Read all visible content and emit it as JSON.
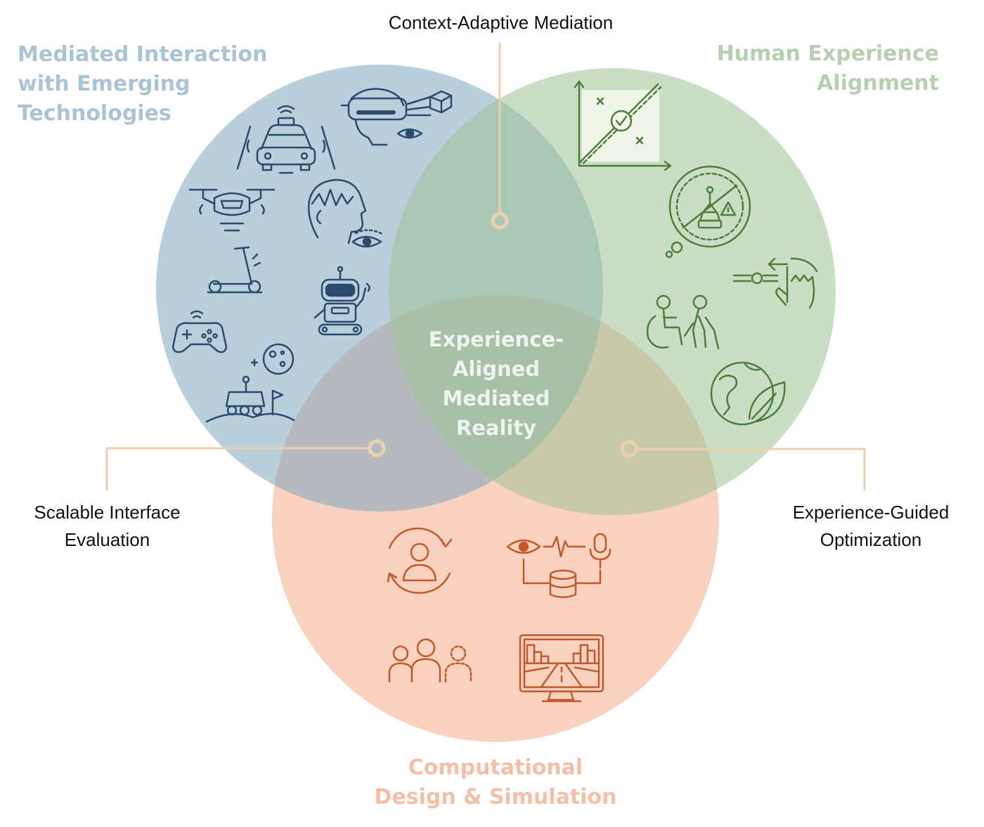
{
  "circles": {
    "mediated": {
      "title_lines": [
        "Mediated Interaction",
        "with Emerging",
        "Technologies"
      ],
      "color": "#7fa7be",
      "icons": [
        "autonomous-car-icon",
        "vr-headset-icon",
        "drone-icon",
        "brain-eye-icon",
        "e-scooter-icon",
        "robot-icon",
        "gamepad-icon",
        "moon-rover-icon"
      ]
    },
    "human": {
      "title_lines": [
        "Human Experience",
        "Alignment"
      ],
      "color": "#9ec296",
      "icons": [
        "alignment-chart-icon",
        "hazard-thought-icon",
        "gesture-hand-icon",
        "accessibility-people-icon",
        "earth-leaf-icon"
      ]
    },
    "computational": {
      "title_lines": [
        "Computational",
        "Design & Simulation"
      ],
      "color": "#f3b497",
      "icons": [
        "user-cycle-icon",
        "sensor-data-icon",
        "user-group-icon",
        "city-monitor-icon"
      ]
    }
  },
  "center": {
    "label_lines": [
      "Experience-",
      "Aligned",
      "Mediated",
      "Reality"
    ]
  },
  "callouts": {
    "top": {
      "lines": [
        "Context-Adaptive Mediation"
      ]
    },
    "left": {
      "lines": [
        "Scalable Interface",
        "Evaluation"
      ]
    },
    "right": {
      "lines": [
        "Experience-Guided",
        "Optimization"
      ]
    }
  },
  "colors": {
    "blue_icon": "#2b4a6d",
    "green_icon": "#4f7d3a",
    "orange_icon": "#c2592a",
    "connector": "#ecd0ad"
  }
}
